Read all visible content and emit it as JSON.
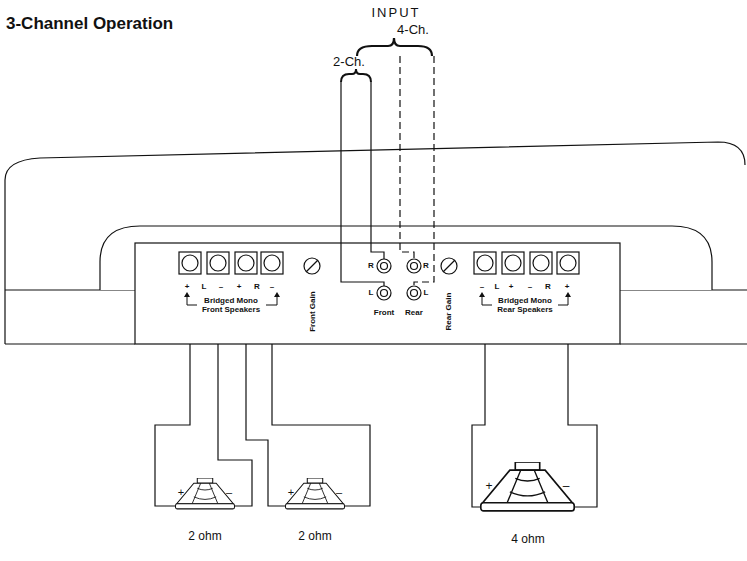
{
  "diagram": {
    "title": "3-Channel Operation",
    "labels": [
      "INPUT",
      "4-Ch.",
      "2-Ch.",
      "+",
      "L",
      "–",
      "+",
      "R",
      "–",
      "Bridged Mono Front Speakers",
      "Front Gain",
      "R",
      "L",
      "Front",
      "Rear",
      "R",
      "L",
      "Rear Gain",
      "–",
      "L",
      "+",
      "–",
      "R",
      "+",
      "Bridged Mono Rear Speakers",
      "+",
      "–",
      "+",
      "–",
      "+",
      "–",
      "2 ohm",
      "2 ohm",
      "4 ohm"
    ]
  }
}
